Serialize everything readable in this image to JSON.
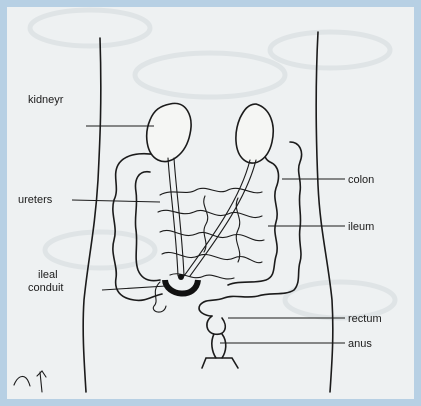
{
  "labels": {
    "kidney": "kidneyr",
    "ureters": "ureters",
    "ileal_conduit": [
      "ileal",
      "conduit"
    ],
    "colon": "colon",
    "ileum": "ileum",
    "rectum": "rectum",
    "anus": "anus"
  },
  "colors": {
    "frame": "#b7d0e4",
    "paper": "#eef1f2",
    "ink": "#1b1b1b"
  }
}
